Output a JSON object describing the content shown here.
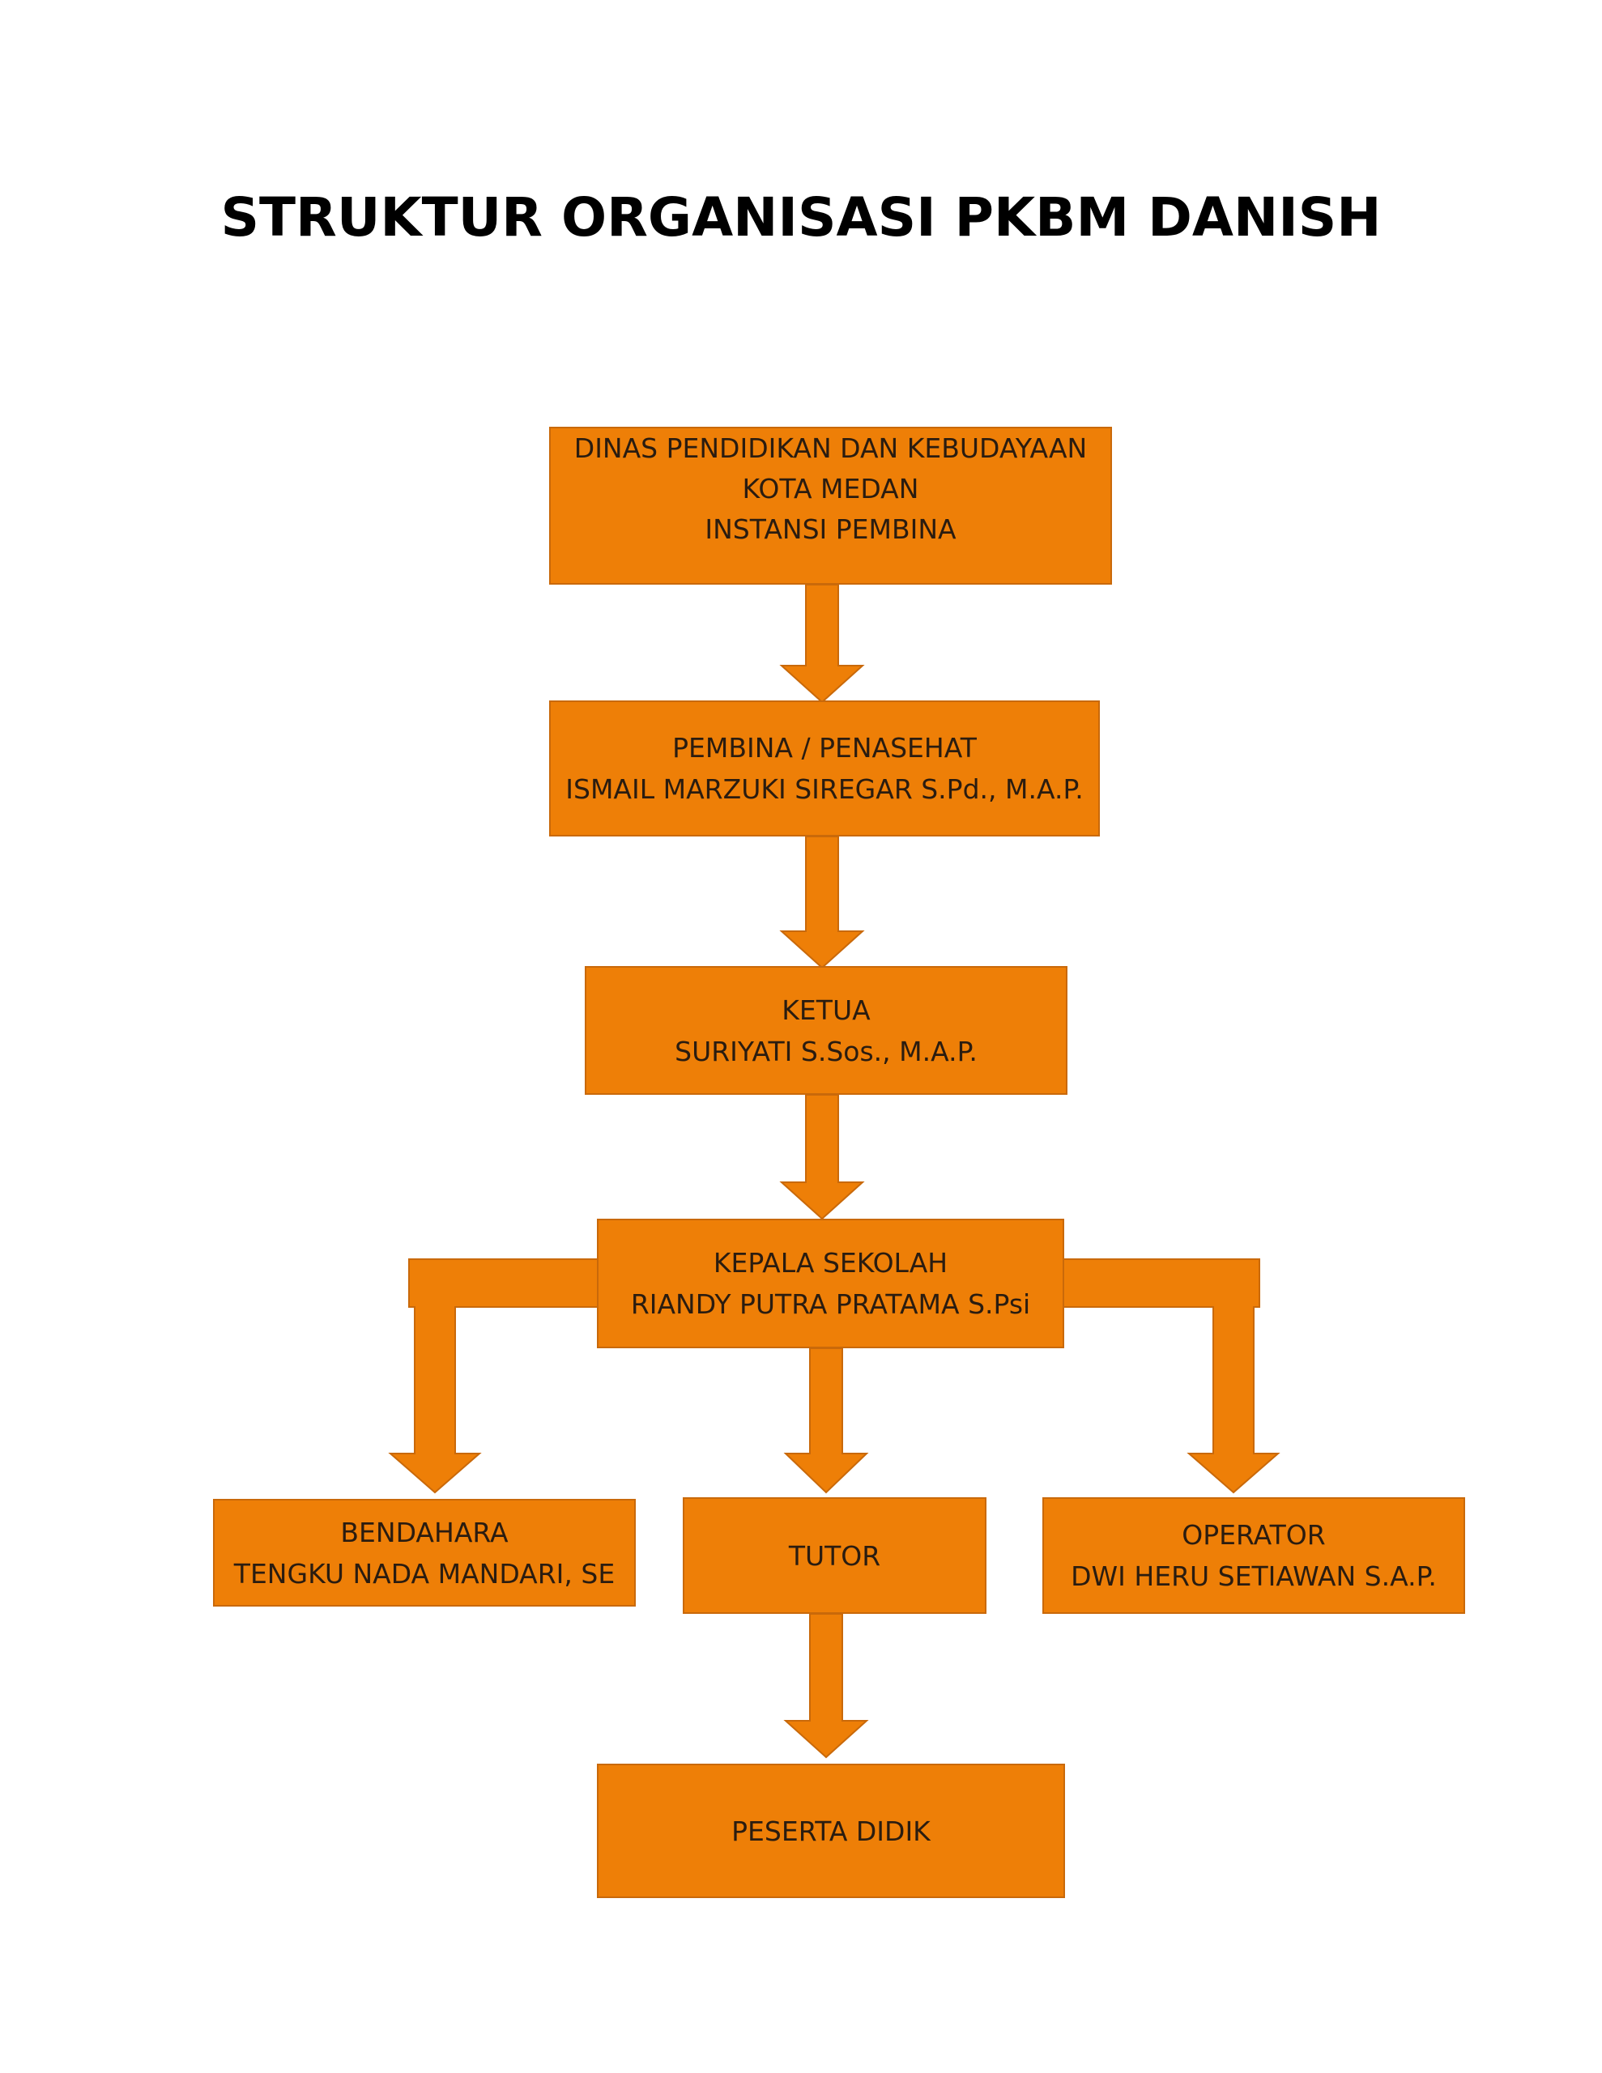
{
  "title": "STRUKTUR ORGANISASI PKBM DANISH",
  "nodes": {
    "dinas": {
      "lines": [
        "DINAS PENDIDIKAN DAN KEBUDAYAAN",
        "KOTA MEDAN",
        "INSTANSI PEMBINA"
      ]
    },
    "pembina": {
      "lines": [
        "PEMBINA / PENASEHAT",
        "ISMAIL MARZUKI SIREGAR S.Pd., M.A.P."
      ]
    },
    "ketua": {
      "lines": [
        "KETUA",
        "SURIYATI S.Sos., M.A.P."
      ]
    },
    "kepala": {
      "lines": [
        "KEPALA SEKOLAH",
        "RIANDY PUTRA PRATAMA S.Psi"
      ]
    },
    "bendahara": {
      "lines": [
        "BENDAHARA",
        "TENGKU NADA MANDARI, SE"
      ]
    },
    "tutor": {
      "lines": [
        "TUTOR"
      ]
    },
    "operator": {
      "lines": [
        "OPERATOR",
        "DWI HERU SETIAWAN S.A.P."
      ]
    },
    "peserta": {
      "lines": [
        "PESERTA DIDIK"
      ]
    }
  },
  "colors": {
    "box_fill": "#ee7f07",
    "box_border": "#c9690a",
    "text": "#2a1c10"
  }
}
